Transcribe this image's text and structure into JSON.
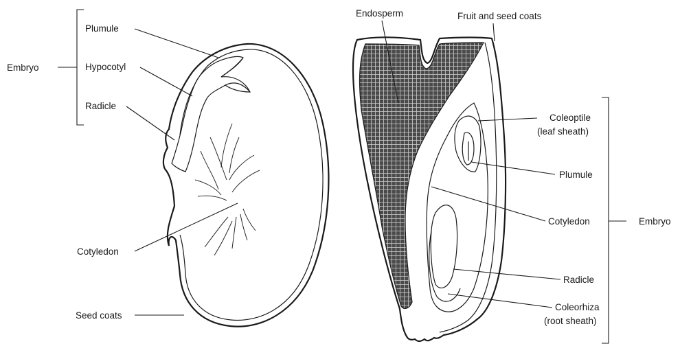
{
  "dicot": {
    "embryo": "Embryo",
    "plumule": "Plumule",
    "hypocotyl": "Hypocotyl",
    "radicle": "Radicle",
    "cotyledon": "Cotyledon",
    "seed_coats": "Seed coats"
  },
  "monocot": {
    "endosperm": "Endosperm",
    "fruit_seed_coats": "Fruit and seed coats",
    "coleoptile_1": "Coleoptile",
    "coleoptile_2": "(leaf sheath)",
    "plumule": "Plumule",
    "cotyledon": "Cotyledon",
    "embryo": "Embryo",
    "radicle": "Radicle",
    "coleorhiza_1": "Coleorhiza",
    "coleorhiza_2": "(root sheath)"
  }
}
